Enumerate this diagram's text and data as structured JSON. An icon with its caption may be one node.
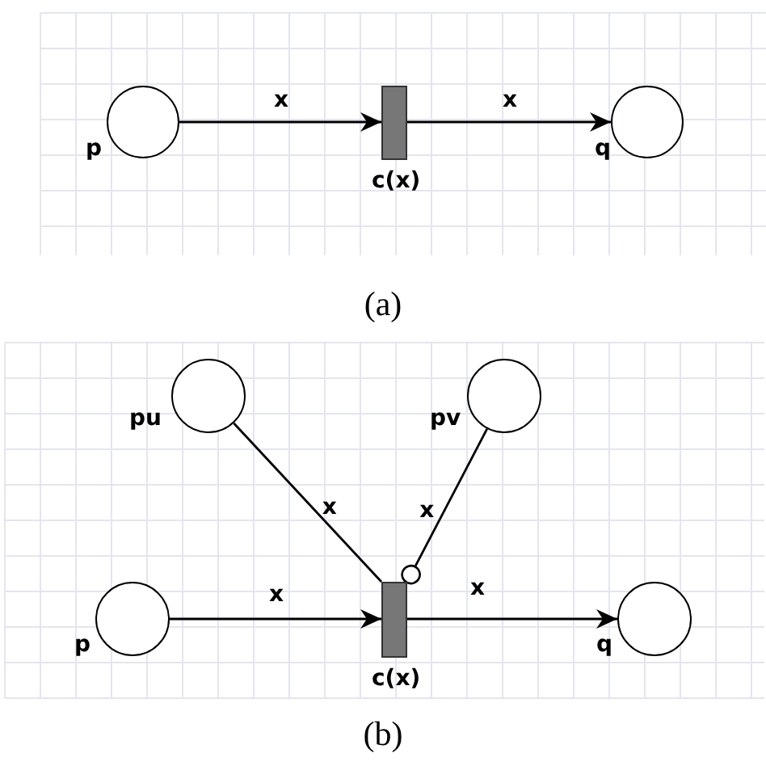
{
  "diagram": {
    "nodes": [
      {
        "text": [],
        "shape": "circle",
        "beside": [
          "p"
        ]
      },
      {
        "text": [],
        "shape": "bar",
        "beside": [
          "c(x)"
        ]
      },
      {
        "text": [],
        "shape": "circle",
        "beside": [
          "q"
        ]
      },
      {
        "text": [],
        "shape": "circle",
        "beside": [
          "pu"
        ]
      },
      {
        "text": [],
        "shape": "circle",
        "beside": [
          "pv"
        ]
      },
      {
        "text": [],
        "shape": "circle",
        "beside": [
          "p"
        ]
      },
      {
        "text": [],
        "shape": "bar",
        "beside": [
          "c(x)"
        ]
      },
      {
        "text": [],
        "shape": "circle",
        "beside": [
          "q"
        ]
      }
    ],
    "edges": [
      {
        "from": 0,
        "to": 1,
        "arrow": "to",
        "label": "x"
      },
      {
        "from": 1,
        "to": 2,
        "arrow": "to",
        "label": "x"
      },
      {
        "from": 3,
        "to": 6,
        "arrow": "none",
        "label": "x"
      },
      {
        "from": 4,
        "to": 6,
        "arrow": "other",
        "label": "x"
      },
      {
        "from": 5,
        "to": 6,
        "arrow": "to",
        "label": "x"
      },
      {
        "from": 6,
        "to": 7,
        "arrow": "to",
        "label": "x"
      }
    ],
    "labels": [
      "(a)",
      "(b)"
    ]
  }
}
